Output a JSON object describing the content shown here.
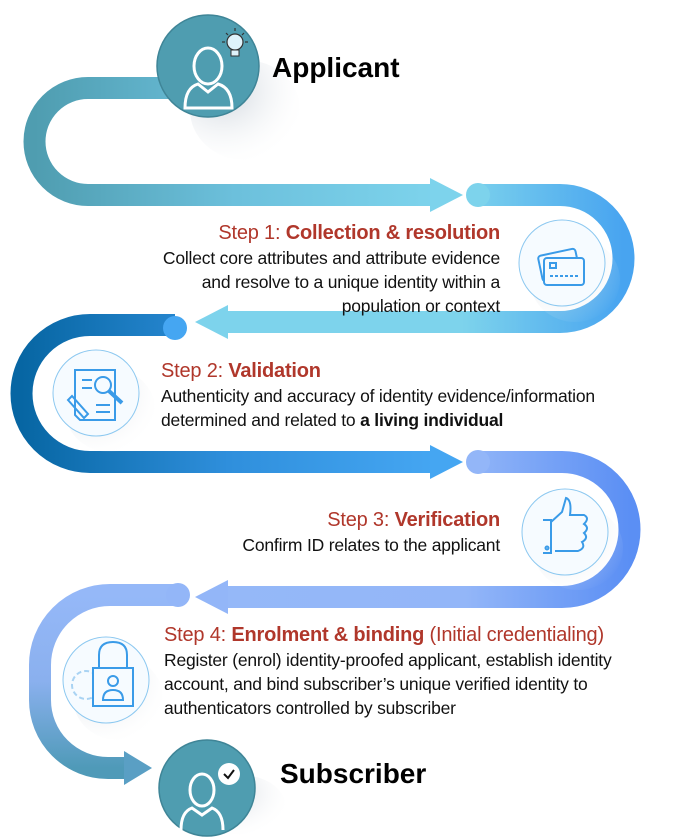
{
  "start": {
    "label": "Applicant",
    "icon": "person-lightbulb-icon"
  },
  "end": {
    "label": "Subscriber",
    "icon": "person-check-icon"
  },
  "steps": [
    {
      "prefix": "Step 1: ",
      "title": "Collection & resolution",
      "lines": [
        "Collect core attributes and attribute evidence",
        "and resolve to a unique identity within a",
        "population or context"
      ],
      "icon": "id-card-icon"
    },
    {
      "prefix": "Step 2: ",
      "title": "Validation",
      "line1": "Authenticity and accuracy of identity evidence/information",
      "line2_plain": "determined and related to ",
      "line2_bold": "a living individual",
      "icon": "document-search-icon"
    },
    {
      "prefix": "Step 3: ",
      "title": "Verification",
      "lines": [
        "Confirm ID relates to the applicant"
      ],
      "icon": "thumbs-up-icon"
    },
    {
      "prefix": "Step 4: ",
      "title": "Enrolment & binding",
      "suffix": " (Initial credentialing)",
      "lines": [
        "Register (enrol) identity-proofed applicant, establish identity",
        "account, and bind subscriber’s unique verified identity to",
        "authenticators controlled by subscriber"
      ],
      "icon": "lock-user-icon"
    }
  ],
  "colors": {
    "accent_red": "#b0372b",
    "teal": "#4f9db0",
    "icon_blue": "#3a9be8"
  }
}
